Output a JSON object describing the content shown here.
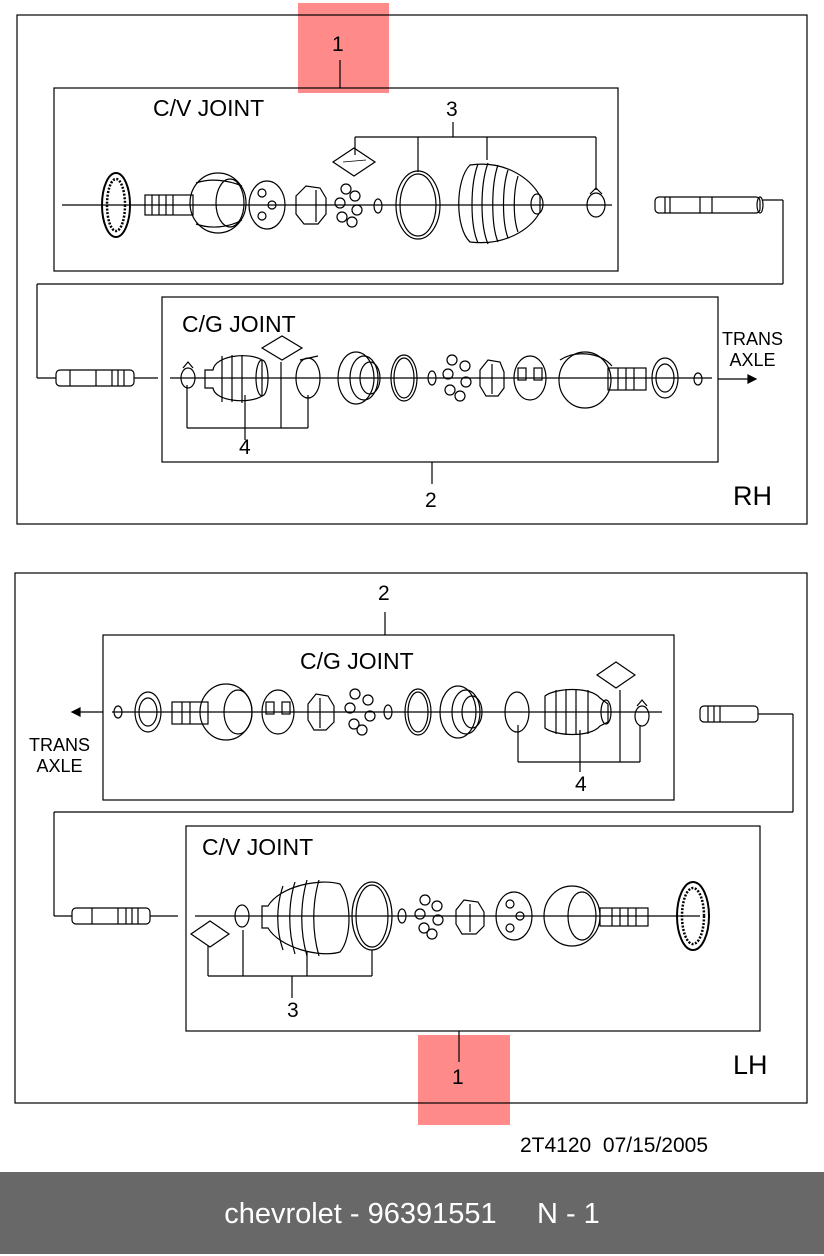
{
  "rh_panel": {
    "side_label": "RH",
    "callout_1": "1",
    "callout_2": "2",
    "callout_3": "3",
    "callout_4": "4",
    "cv_title": "C/V JOINT",
    "cg_title": "C/G JOINT",
    "trans_line1": "TRANS",
    "trans_line2": "AXLE"
  },
  "lh_panel": {
    "side_label": "LH",
    "callout_1": "1",
    "callout_2": "2",
    "callout_3": "3",
    "callout_4": "4",
    "cv_title": "C/V JOINT",
    "cg_title": "C/G JOINT",
    "trans_line1": "TRANS",
    "trans_line2": "AXLE"
  },
  "footer": {
    "code": "2T4120  07/15/2005",
    "bar_text": "chevrolet - 96391551     N - 1"
  },
  "colors": {
    "highlight": "#ff8a8a",
    "footer_bar": "#686868",
    "line": "#000000"
  }
}
